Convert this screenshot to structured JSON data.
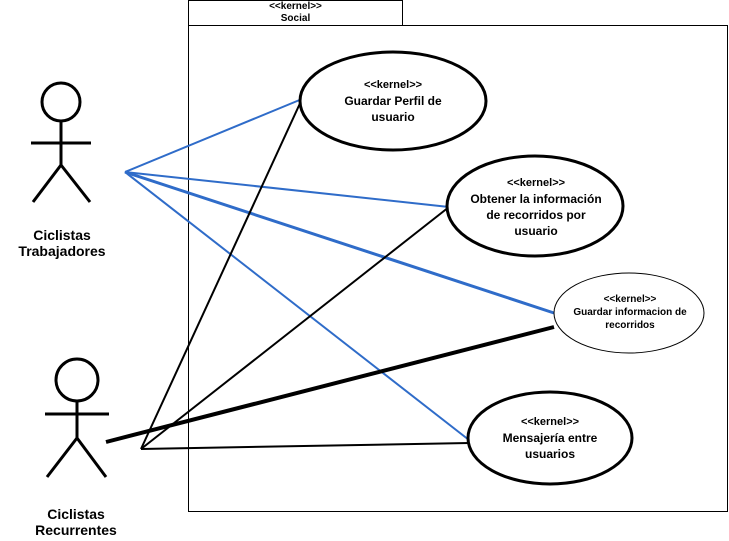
{
  "package": {
    "stereotype": "<<kernel>>",
    "name": "Social"
  },
  "actors": [
    {
      "id": "trabajadores",
      "line1": "Ciclistas",
      "line2": "Trabajadores"
    },
    {
      "id": "recurrentes",
      "line1": "Ciclistas",
      "line2": "Recurrentes"
    }
  ],
  "use_cases": [
    {
      "id": "perfil",
      "stereotype": "<<kernel>>",
      "line1": "Guardar Perfil de",
      "line2": "usuario",
      "line3": ""
    },
    {
      "id": "obtener",
      "stereotype": "<<kernel>>",
      "line1": "Obtener la información",
      "line2": "de recorridos por",
      "line3": "usuario"
    },
    {
      "id": "guardar_info",
      "stereotype": "<<kernel>>",
      "line1": "Guardar informacion de",
      "line2": "recorridos",
      "line3": ""
    },
    {
      "id": "mensajeria",
      "stereotype": "<<kernel>>",
      "line1": "Mensajería entre",
      "line2": "usuarios",
      "line3": ""
    }
  ],
  "colors": {
    "trabajadores_links": "#2f6cc9",
    "recurrentes_links": "#000000"
  }
}
